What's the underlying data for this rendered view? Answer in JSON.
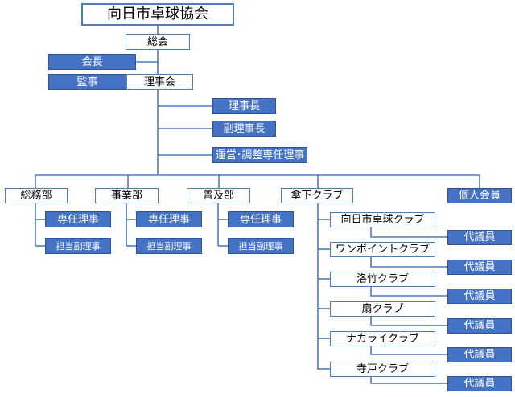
{
  "org": {
    "title": "向日市卓球協会",
    "general_assembly": "総会",
    "president": "会長",
    "auditor": "監事",
    "board": "理事会",
    "chairman": "理事長",
    "vice_chairman": "副理事長",
    "operations_director": "運営･調整専任理事",
    "departments": [
      {
        "name": "総務部",
        "director": "専任理事",
        "vice": "担当副理事"
      },
      {
        "name": "事業部",
        "director": "専任理事",
        "vice": "担当副理事"
      },
      {
        "name": "普及部",
        "director": "専任理事",
        "vice": "担当副理事"
      }
    ],
    "affiliated": "傘下クラブ",
    "individual": "個人会員",
    "clubs": [
      {
        "name": "向日市卓球クラブ",
        "rep": "代議員"
      },
      {
        "name": "ワンポイントクラブ",
        "rep": "代議員"
      },
      {
        "name": "洛竹クラブ",
        "rep": "代議員"
      },
      {
        "name": "扇クラブ",
        "rep": "代議員"
      },
      {
        "name": "ナカライクラブ",
        "rep": "代議員"
      },
      {
        "name": "寺戸クラブ",
        "rep": "代議員"
      }
    ]
  },
  "colors": {
    "line": "#4d7cbf",
    "fill_blue": "#4472c4",
    "border_blue": "#2f5597",
    "text_white": "#ffffff",
    "text_black": "#000000"
  }
}
